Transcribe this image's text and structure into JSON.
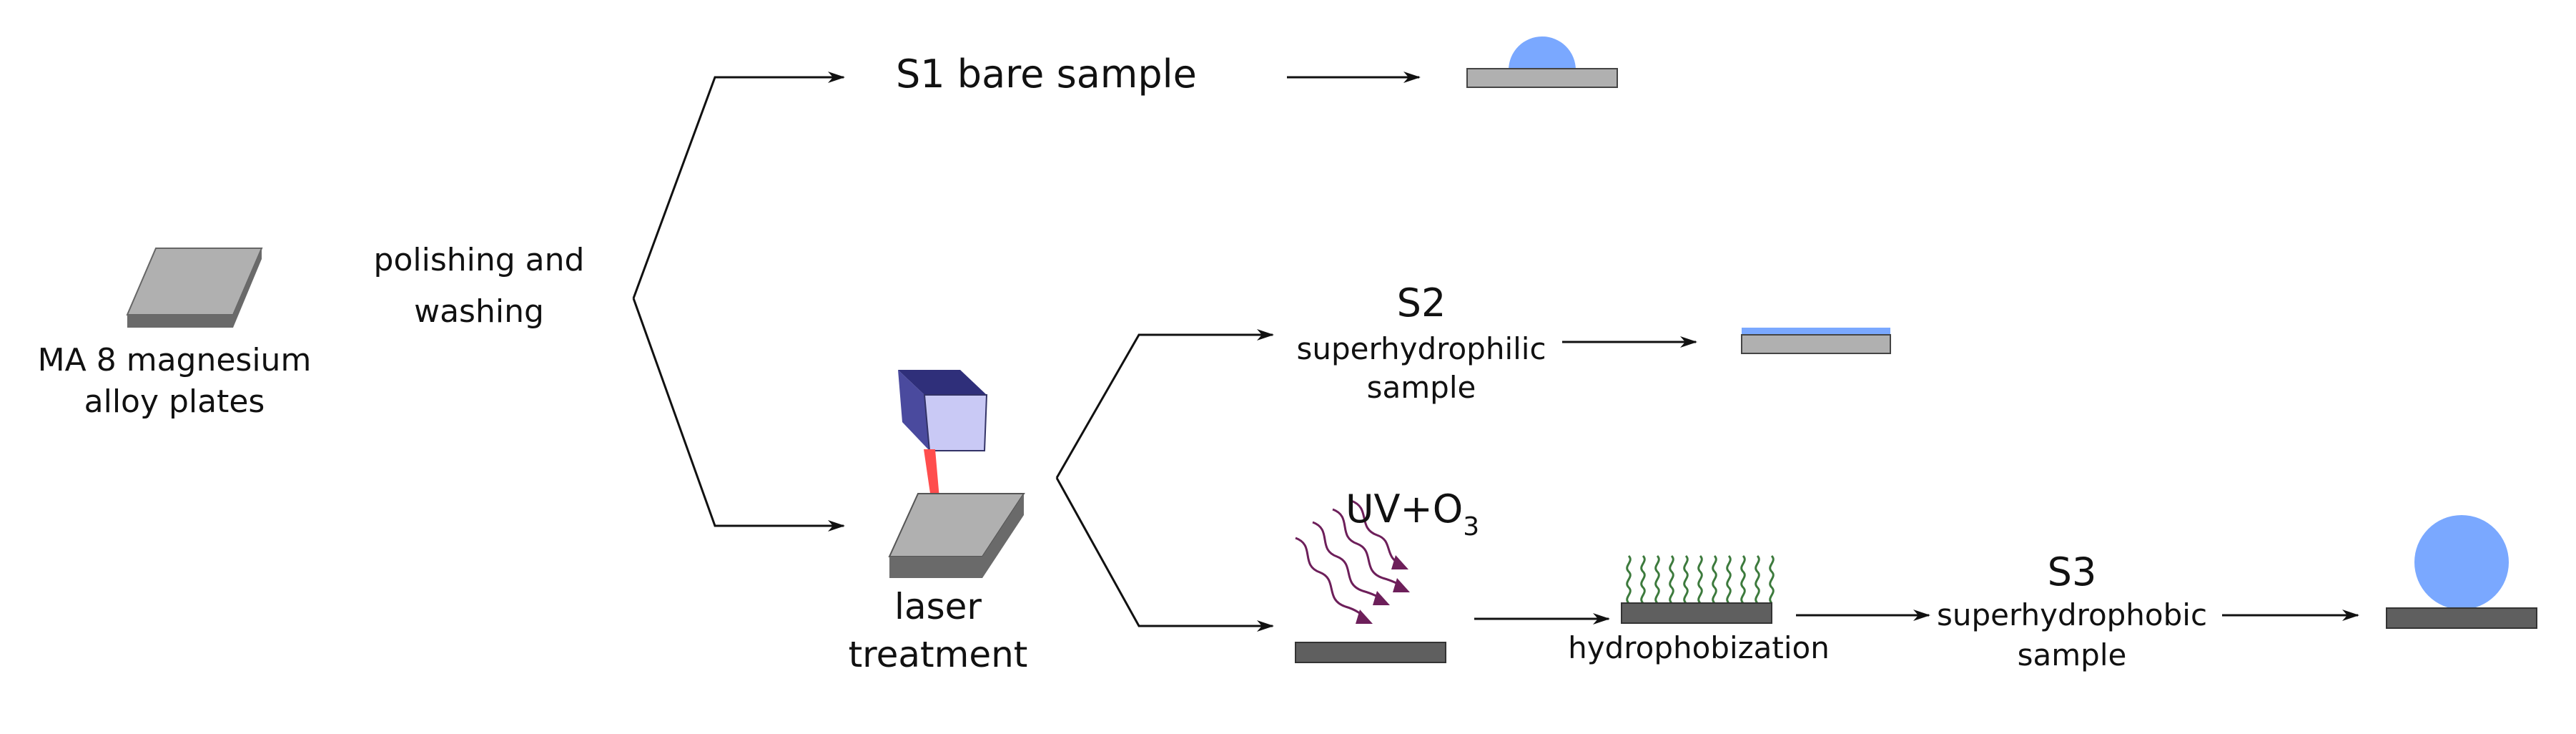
{
  "labels": {
    "plates": [
      "MA 8 magnesium",
      "alloy plates"
    ],
    "polishing": [
      "polishing and",
      "washing"
    ],
    "s1": "S1 bare  sample",
    "laser": [
      "laser",
      "treatment"
    ],
    "s2_title": "S2",
    "s2_desc": [
      "superhydrophilic",
      "sample"
    ],
    "uv": "UV+O",
    "uv_sub": "3",
    "hydrophobization": "hydrophobization",
    "s3_title": "S3",
    "s3_desc": [
      "superhydrophobic",
      "sample"
    ]
  },
  "colors": {
    "line": "#111111",
    "plate_top": "#b0b0b0",
    "plate_edge": "#6a6a6a",
    "treated_plate": "#5f5f5f",
    "water": "#7aa8ff",
    "laser_top": "#4a4a9e",
    "laser_side": "#c9c9f5",
    "laser_beam": "#ff4d4d",
    "uv_waves": "#6d1f5a",
    "chains": "#3c7a3c"
  }
}
